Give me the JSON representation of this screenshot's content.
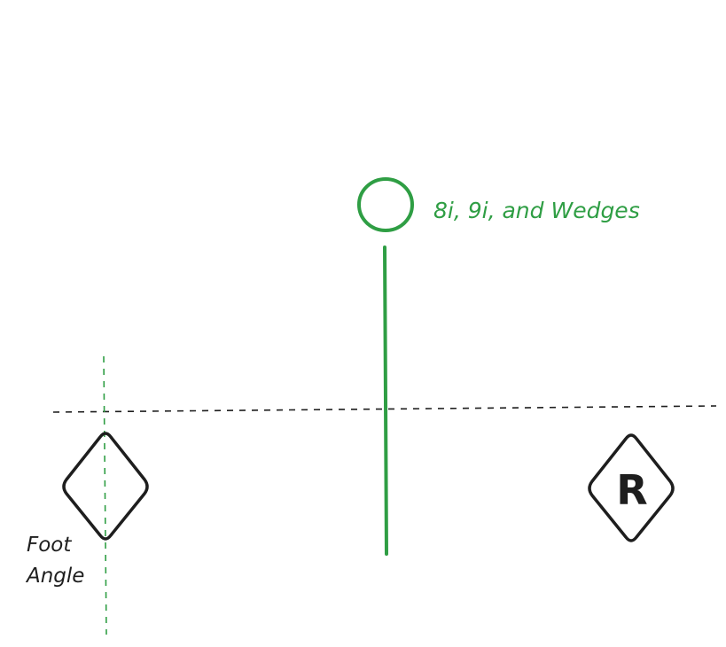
{
  "diagram": {
    "ball_label": "8i, 9i, and Wedges",
    "foot_label_line1": "Foot",
    "foot_label_line2": "Angle",
    "right_foot_letter": "R",
    "colors": {
      "green": "#2f9e44",
      "black": "#1e1e1e"
    }
  }
}
